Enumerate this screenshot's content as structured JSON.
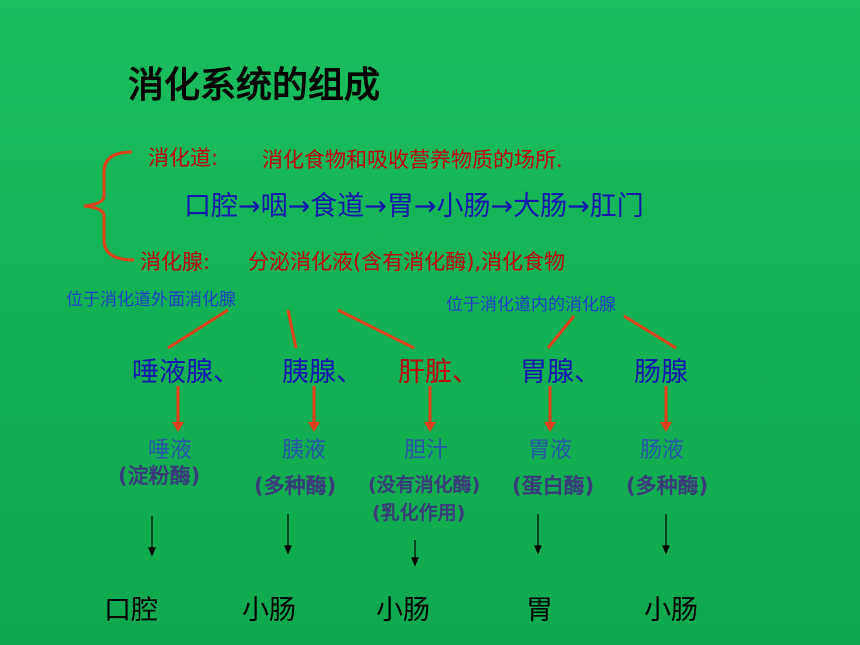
{
  "title": "消化系统的组成",
  "tract": {
    "label": "消化道:",
    "desc": "消化食物和吸收营养物质的场所.",
    "route": "口腔→咽→食道→胃→小肠→大肠→肛门"
  },
  "glands": {
    "label": "消化腺:",
    "desc": "分泌消化液(含有消化酶),消化食物",
    "outside_label": "位于消化道外面消化腺",
    "inside_label": "位于消化道内的消化腺",
    "items": [
      {
        "name": "唾液腺、",
        "juice": "唾液",
        "enzyme": "(淀粉酶)",
        "dest": "口腔"
      },
      {
        "name": "胰腺、",
        "juice": "胰液",
        "enzyme": "(多种酶)",
        "dest": "小肠"
      },
      {
        "name": "肝脏、",
        "juice": "胆汁",
        "enzyme": "(没有消化酶)",
        "enzyme_extra": "(乳化作用)",
        "dest": "小肠"
      },
      {
        "name": "胃腺、",
        "juice": "胃液",
        "enzyme": "(蛋白酶)",
        "dest": "胃"
      },
      {
        "name": "肠腺",
        "juice": "肠液",
        "enzyme": "(多种酶)",
        "dest": "小肠"
      }
    ]
  },
  "colors": {
    "background": "#13b456",
    "red": "#c0000a",
    "blue": "#1515b0",
    "connector": "#e0401a"
  }
}
